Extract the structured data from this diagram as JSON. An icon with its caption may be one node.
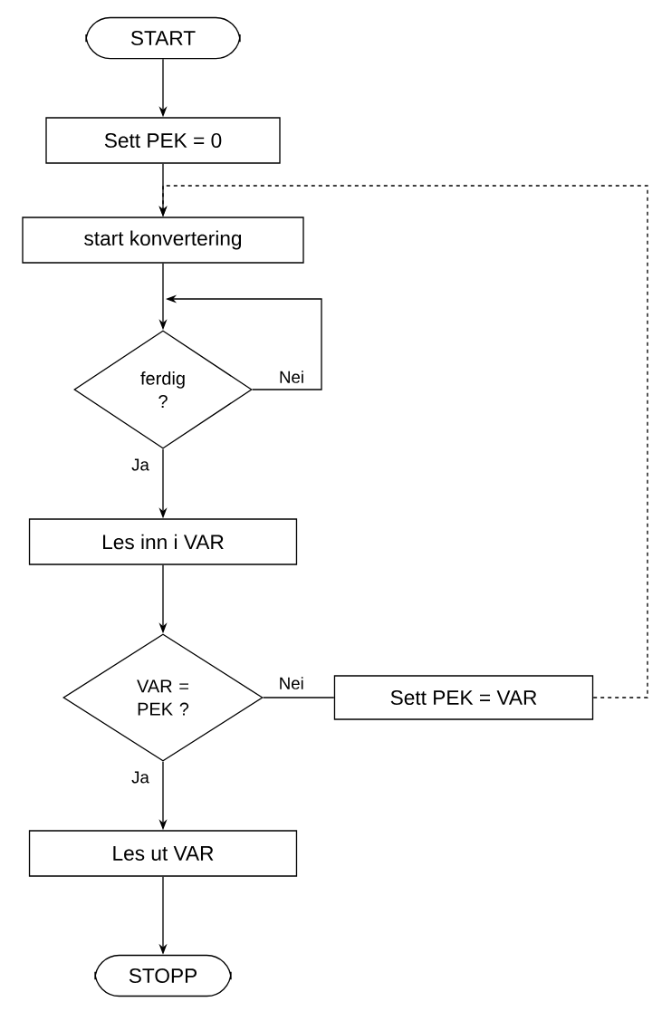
{
  "diagram": {
    "nodes": [
      {
        "text": [
          "START"
        ]
      },
      {
        "text": [
          "Sett PEK = 0"
        ]
      },
      {
        "text": [
          "start konvertering"
        ]
      },
      {
        "text": [
          "ferdig ?"
        ]
      },
      {
        "text": [
          "Les inn i VAR"
        ]
      },
      {
        "text": [
          "VAR = PEK ?"
        ]
      },
      {
        "text": [
          "Sett PEK = VAR"
        ]
      },
      {
        "text": [
          "Les ut VAR"
        ]
      },
      {
        "text": [
          "STOPP"
        ]
      }
    ],
    "edges": [
      {
        "from": 0,
        "to": 1,
        "arrow": "to"
      },
      {
        "from": 1,
        "to": 2,
        "arrow": "to"
      },
      {
        "from": 2,
        "to": 3,
        "arrow": "to"
      },
      {
        "from": 3,
        "to": 3,
        "arrow": "to",
        "label": "Nei"
      },
      {
        "from": 3,
        "to": 4,
        "arrow": "to",
        "label": "Ja"
      },
      {
        "from": 4,
        "to": 5,
        "arrow": "to"
      },
      {
        "from": 5,
        "to": 6,
        "arrow": "none",
        "label": "Nei"
      },
      {
        "from": 6,
        "to": 2,
        "arrow": "to",
        "style": "dashed"
      },
      {
        "from": 5,
        "to": 7,
        "arrow": "to",
        "label": "Ja"
      },
      {
        "from": 7,
        "to": 8,
        "arrow": "to"
      }
    ]
  }
}
